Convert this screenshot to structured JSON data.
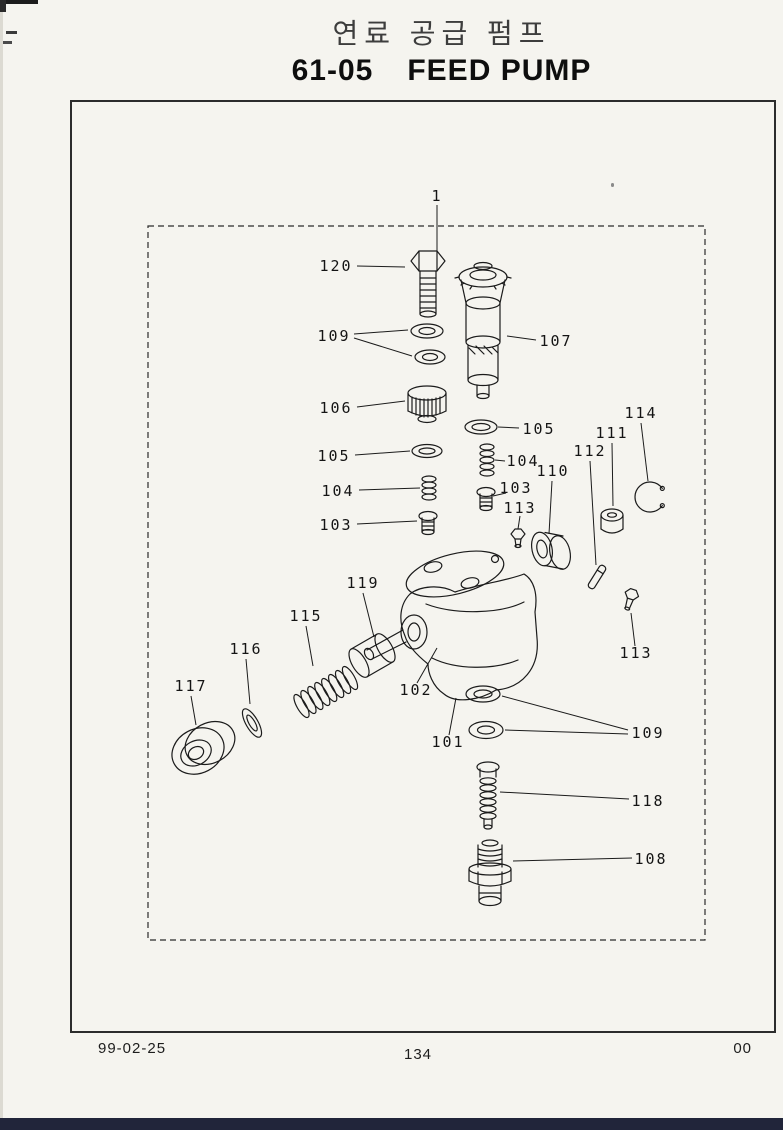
{
  "header": {
    "title_korean": "연료 공급 펌프",
    "section_code": "61-05",
    "title_english": "FEED PUMP"
  },
  "footer": {
    "date": "99-02-25",
    "page_number": "134",
    "revision": "00"
  },
  "diagram": {
    "callouts": [
      {
        "id": "assembly",
        "label": "1"
      },
      {
        "id": "part-120",
        "label": "120"
      },
      {
        "id": "part-109-top",
        "label": "109"
      },
      {
        "id": "part-107",
        "label": "107"
      },
      {
        "id": "part-106",
        "label": "106"
      },
      {
        "id": "part-105-right",
        "label": "105"
      },
      {
        "id": "part-105-left",
        "label": "105"
      },
      {
        "id": "part-104-right",
        "label": "104"
      },
      {
        "id": "part-104-left",
        "label": "104"
      },
      {
        "id": "part-103-right",
        "label": "103"
      },
      {
        "id": "part-103-left",
        "label": "103"
      },
      {
        "id": "part-113-upper",
        "label": "113"
      },
      {
        "id": "part-110",
        "label": "110"
      },
      {
        "id": "part-112",
        "label": "112"
      },
      {
        "id": "part-111",
        "label": "111"
      },
      {
        "id": "part-114",
        "label": "114"
      },
      {
        "id": "part-113-lower",
        "label": "113"
      },
      {
        "id": "part-119",
        "label": "119"
      },
      {
        "id": "part-115",
        "label": "115"
      },
      {
        "id": "part-116",
        "label": "116"
      },
      {
        "id": "part-117",
        "label": "117"
      },
      {
        "id": "part-102",
        "label": "102"
      },
      {
        "id": "part-101",
        "label": "101"
      },
      {
        "id": "part-109-bottom",
        "label": "109"
      },
      {
        "id": "part-118",
        "label": "118"
      },
      {
        "id": "part-108",
        "label": "108"
      }
    ]
  }
}
